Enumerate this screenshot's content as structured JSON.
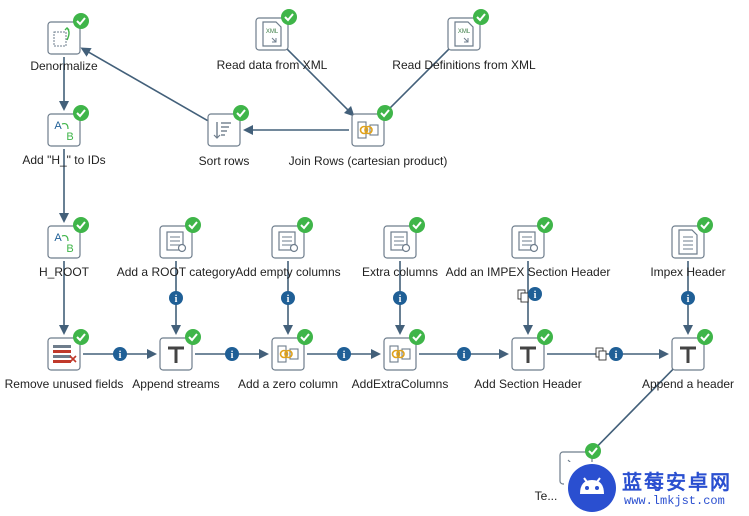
{
  "nodes": [
    {
      "id": "denormalize",
      "label": "Denormalize",
      "icon": "denormalize-icon",
      "ok": true
    },
    {
      "id": "read-data",
      "label": "Read data from XML",
      "icon": "xml-file-icon",
      "ok": true
    },
    {
      "id": "read-defs",
      "label": "Read Definitions from XML",
      "icon": "xml-file-icon",
      "ok": true
    },
    {
      "id": "add-h",
      "label": "Add \"H_\" to IDs",
      "icon": "replace-string-icon",
      "ok": true
    },
    {
      "id": "sort-rows",
      "label": "Sort rows",
      "icon": "sort-icon",
      "ok": true
    },
    {
      "id": "join-rows",
      "label": "Join Rows (cartesian product)",
      "icon": "join-icon",
      "ok": true
    },
    {
      "id": "h-root",
      "label": "H_ROOT",
      "icon": "replace-string-icon",
      "ok": true
    },
    {
      "id": "add-root",
      "label": "Add a ROOT category",
      "icon": "data-grid-icon",
      "ok": true
    },
    {
      "id": "add-empty",
      "label": "Add empty columns",
      "icon": "data-grid-icon",
      "ok": true
    },
    {
      "id": "extra-cols",
      "label": "Extra columns",
      "icon": "data-grid-icon",
      "ok": true
    },
    {
      "id": "add-impex-hdr",
      "label": "Add an IMPEX Section Header",
      "icon": "data-grid-icon",
      "ok": true
    },
    {
      "id": "impex-header",
      "label": "Impex Header",
      "icon": "text-file-icon",
      "ok": true
    },
    {
      "id": "remove-fields",
      "label": "Remove unused fields",
      "icon": "remove-fields-icon",
      "ok": true
    },
    {
      "id": "append-streams",
      "label": "Append streams",
      "icon": "append-icon",
      "ok": true
    },
    {
      "id": "add-zero",
      "label": "Add a zero column",
      "icon": "calculator-icon",
      "ok": true
    },
    {
      "id": "add-extra",
      "label": "AddExtraColumns",
      "icon": "calculator-icon",
      "ok": true
    },
    {
      "id": "add-section",
      "label": "Add Section Header",
      "icon": "append-icon",
      "ok": true
    },
    {
      "id": "append-header",
      "label": "Append a header",
      "icon": "append-icon",
      "ok": true
    },
    {
      "id": "text-out",
      "label": "Te...",
      "icon": "text-output-icon",
      "ok": true
    }
  ],
  "edges": [
    {
      "from": "denormalize",
      "to": "add-h",
      "info": false
    },
    {
      "from": "add-h",
      "to": "h-root",
      "info": false
    },
    {
      "from": "h-root",
      "to": "remove-fields",
      "info": false
    },
    {
      "from": "read-data",
      "to": "join-rows",
      "info": false
    },
    {
      "from": "read-defs",
      "to": "join-rows",
      "info": false
    },
    {
      "from": "join-rows",
      "to": "sort-rows",
      "info": false
    },
    {
      "from": "sort-rows",
      "to": "denormalize",
      "info": false
    },
    {
      "from": "remove-fields",
      "to": "append-streams",
      "info": true
    },
    {
      "from": "append-streams",
      "to": "add-zero",
      "info": true
    },
    {
      "from": "add-zero",
      "to": "add-extra",
      "info": true
    },
    {
      "from": "add-extra",
      "to": "add-section",
      "info": true
    },
    {
      "from": "add-section",
      "to": "append-header",
      "info": true,
      "copy": true
    },
    {
      "from": "add-root",
      "to": "append-streams",
      "info": true
    },
    {
      "from": "add-empty",
      "to": "add-zero",
      "info": true
    },
    {
      "from": "extra-cols",
      "to": "add-extra",
      "info": true
    },
    {
      "from": "add-impex-hdr",
      "to": "add-section",
      "info": true,
      "copy": true
    },
    {
      "from": "impex-header",
      "to": "append-header",
      "info": true
    },
    {
      "from": "append-header",
      "to": "text-out",
      "info": false
    }
  ],
  "colors": {
    "hop": "#43607a",
    "check": "#3fb549",
    "info": "#1f5f96",
    "label": "#222222",
    "icon_border": "#6e7d8c",
    "icon_fill": "#ffffff",
    "watermark": "#2a4fd0"
  },
  "watermark": {
    "logo": "android-logo-icon",
    "title": "蓝莓安卓网",
    "url": "www.lmkjst.com"
  }
}
